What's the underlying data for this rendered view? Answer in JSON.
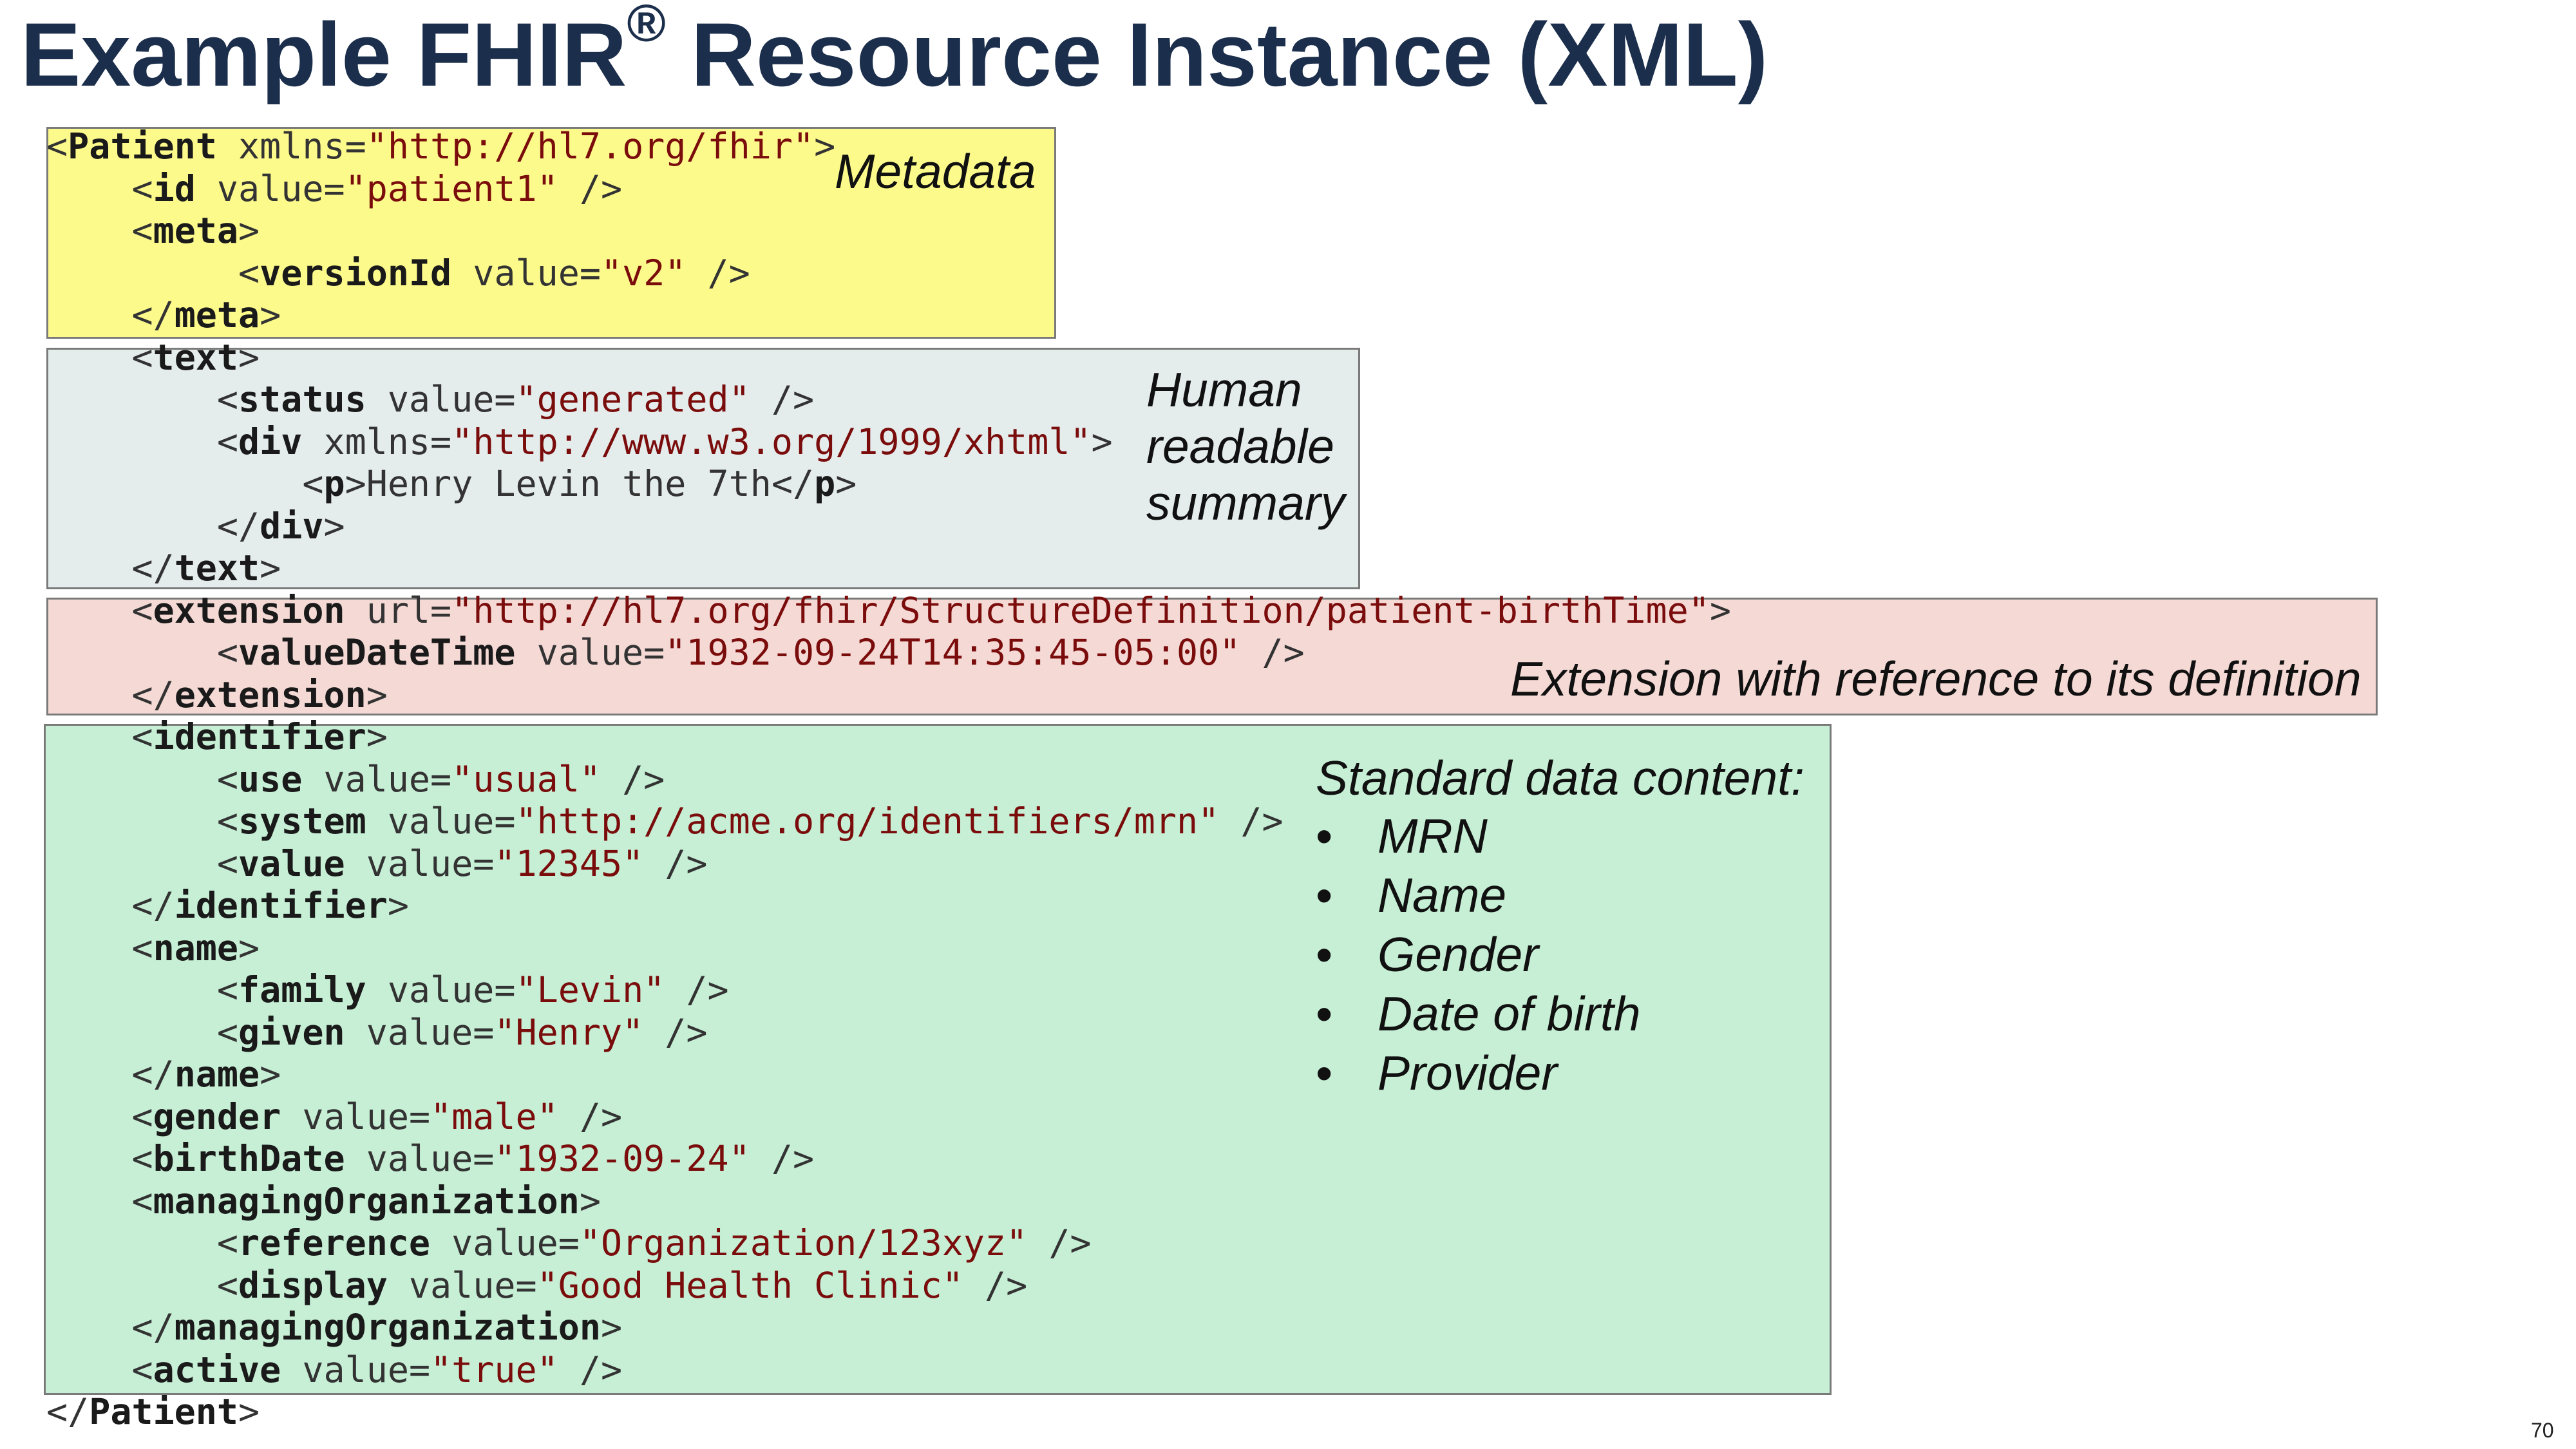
{
  "slide": {
    "title": "Example FHIR",
    "title_mark": "®",
    "title_rest": " Resource Instance (XML)",
    "page_number": "70"
  },
  "annotations": {
    "metadata": "Metadata",
    "summary_1": "Human",
    "summary_2": "readable",
    "summary_3": "summary",
    "extension": "Extension with reference to its definition",
    "standard_heading": "Standard data content:",
    "standard_items": [
      "MRN",
      "Name",
      "Gender",
      "Date of birth",
      "Provider"
    ]
  },
  "colors": {
    "title": "#1b2e4b",
    "metadata_box": "#fdfa8c",
    "summary_box": "#e4ecec",
    "extension_box": "#f4d9d5",
    "standard_box": "#c6efd5",
    "string_value": "#7a0c0c"
  },
  "code_lines": [
    [
      {
        "t": "<"
      },
      {
        "b": "Patient"
      },
      {
        "t": " xmlns="
      },
      {
        "s": "\"http://hl7.org/fhir\""
      },
      {
        "t": ">"
      }
    ],
    [
      {
        "t": "    <"
      },
      {
        "b": "id"
      },
      {
        "t": " value="
      },
      {
        "s": "\"patient1\""
      },
      {
        "t": " />"
      }
    ],
    [
      {
        "t": "    <"
      },
      {
        "b": "meta"
      },
      {
        "t": ">"
      }
    ],
    [
      {
        "t": "         <"
      },
      {
        "b": "versionId"
      },
      {
        "t": " value="
      },
      {
        "s": "\"v2\""
      },
      {
        "t": " />"
      }
    ],
    [
      {
        "t": "    </"
      },
      {
        "b": "meta"
      },
      {
        "t": ">"
      }
    ],
    [
      {
        "t": "    <"
      },
      {
        "b": "text"
      },
      {
        "t": ">"
      }
    ],
    [
      {
        "t": "        <"
      },
      {
        "b": "status"
      },
      {
        "t": " value="
      },
      {
        "s": "\"generated\""
      },
      {
        "t": " />"
      }
    ],
    [
      {
        "t": "        <"
      },
      {
        "b": "div"
      },
      {
        "t": " xmlns="
      },
      {
        "s": "\"http://www.w3.org/1999/xhtml\""
      },
      {
        "t": ">"
      }
    ],
    [
      {
        "t": "            <"
      },
      {
        "b": "p"
      },
      {
        "t": ">Henry Levin the 7th</"
      },
      {
        "b": "p"
      },
      {
        "t": ">"
      }
    ],
    [
      {
        "t": "        </"
      },
      {
        "b": "div"
      },
      {
        "t": ">"
      }
    ],
    [
      {
        "t": "    </"
      },
      {
        "b": "text"
      },
      {
        "t": ">"
      }
    ],
    [
      {
        "t": "    <"
      },
      {
        "b": "extension"
      },
      {
        "t": " url="
      },
      {
        "s": "\"http://hl7.org/fhir/StructureDefinition/patient-birthTime\""
      },
      {
        "t": ">"
      }
    ],
    [
      {
        "t": "        <"
      },
      {
        "b": "valueDateTime"
      },
      {
        "t": " value="
      },
      {
        "s": "\"1932-09-24T14:35:45-05:00\""
      },
      {
        "t": " />"
      }
    ],
    [
      {
        "t": "    </"
      },
      {
        "b": "extension"
      },
      {
        "t": ">"
      }
    ],
    [
      {
        "t": "    <"
      },
      {
        "b": "identifier"
      },
      {
        "t": ">"
      }
    ],
    [
      {
        "t": "        <"
      },
      {
        "b": "use"
      },
      {
        "t": " value="
      },
      {
        "s": "\"usual\""
      },
      {
        "t": " />"
      }
    ],
    [
      {
        "t": "        <"
      },
      {
        "b": "system"
      },
      {
        "t": " value="
      },
      {
        "s": "\"http://acme.org/identifiers/mrn\""
      },
      {
        "t": " />"
      }
    ],
    [
      {
        "t": "        <"
      },
      {
        "b": "value"
      },
      {
        "t": " value="
      },
      {
        "s": "\"12345\""
      },
      {
        "t": " />"
      }
    ],
    [
      {
        "t": "    </"
      },
      {
        "b": "identifier"
      },
      {
        "t": ">"
      }
    ],
    [
      {
        "t": "    <"
      },
      {
        "b": "name"
      },
      {
        "t": ">"
      }
    ],
    [
      {
        "t": "        <"
      },
      {
        "b": "family"
      },
      {
        "t": " value="
      },
      {
        "s": "\"Levin\""
      },
      {
        "t": " />"
      }
    ],
    [
      {
        "t": "        <"
      },
      {
        "b": "given"
      },
      {
        "t": " value="
      },
      {
        "s": "\"Henry\""
      },
      {
        "t": " />"
      }
    ],
    [
      {
        "t": "    </"
      },
      {
        "b": "name"
      },
      {
        "t": ">"
      }
    ],
    [
      {
        "t": "    <"
      },
      {
        "b": "gender"
      },
      {
        "t": " value="
      },
      {
        "s": "\"male\""
      },
      {
        "t": " />"
      }
    ],
    [
      {
        "t": "    <"
      },
      {
        "b": "birthDate"
      },
      {
        "t": " value="
      },
      {
        "s": "\"1932-09-24\""
      },
      {
        "t": " />"
      }
    ],
    [
      {
        "t": "    <"
      },
      {
        "b": "managingOrganization"
      },
      {
        "t": ">"
      }
    ],
    [
      {
        "t": "        <"
      },
      {
        "b": "reference"
      },
      {
        "t": " value="
      },
      {
        "s": "\"Organization/123xyz\""
      },
      {
        "t": " />"
      }
    ],
    [
      {
        "t": "        <"
      },
      {
        "b": "display"
      },
      {
        "t": " value="
      },
      {
        "s": "\"Good Health Clinic\""
      },
      {
        "t": " />"
      }
    ],
    [
      {
        "t": "    </"
      },
      {
        "b": "managingOrganization"
      },
      {
        "t": ">"
      }
    ],
    [
      {
        "t": "    <"
      },
      {
        "b": "active"
      },
      {
        "t": " value="
      },
      {
        "s": "\"true\""
      },
      {
        "t": " />"
      }
    ],
    [
      {
        "t": "</"
      },
      {
        "b": "Patient"
      },
      {
        "t": ">"
      }
    ]
  ]
}
